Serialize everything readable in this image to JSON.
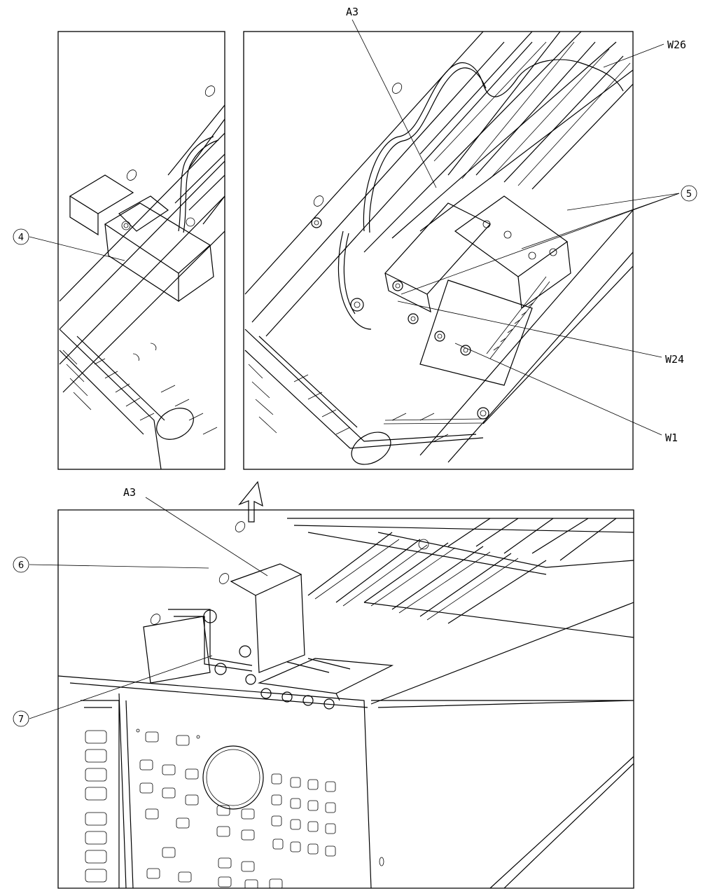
{
  "callouts": {
    "a3_top": "A3",
    "w26": "W26",
    "five": "5",
    "four": "4",
    "w24": "W24",
    "w1": "W1",
    "a3_bottom": "A3",
    "six": "6",
    "seven": "7"
  },
  "colors": {
    "ink": "#000000",
    "paper": "#ffffff"
  }
}
